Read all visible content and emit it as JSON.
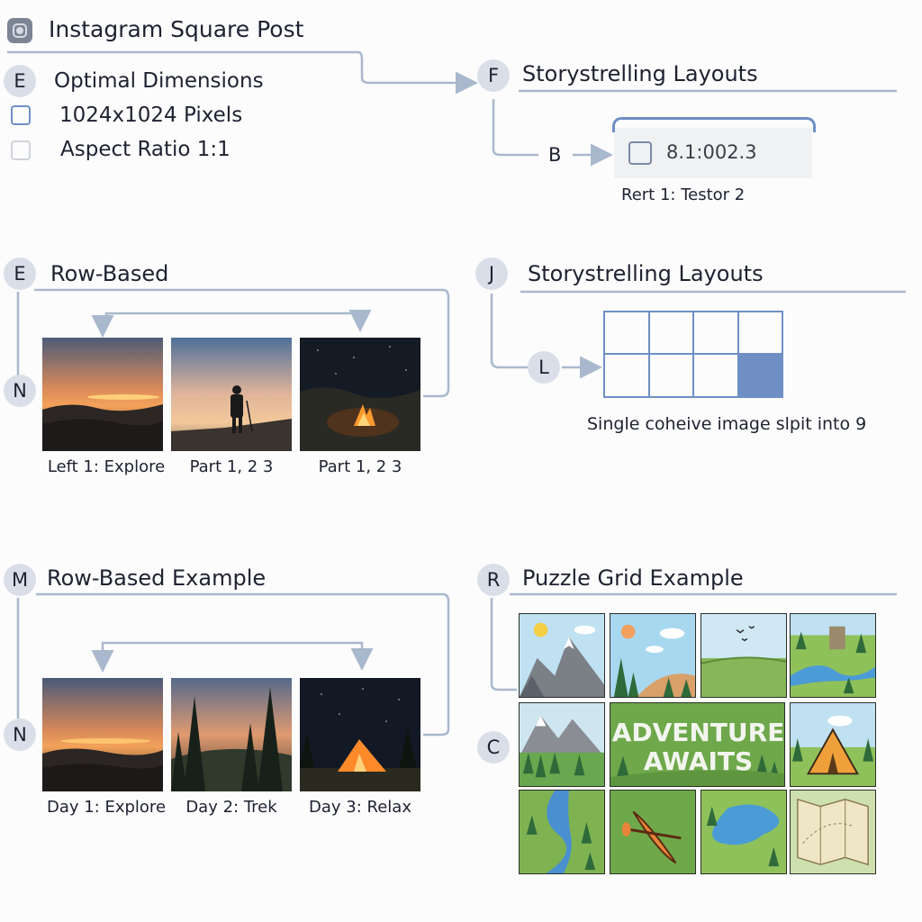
{
  "header": {
    "title": "Instagram Square Post",
    "icon": "instagram-icon"
  },
  "dimensions": {
    "badge": "E",
    "title": "Optimal Dimensions",
    "items": [
      {
        "label": "1024x1024 Pixels",
        "checkbox": "square-checkbox-icon"
      },
      {
        "label": "Aspect Ratio 1:1",
        "checkbox": "square-checkbox-icon"
      }
    ]
  },
  "storytelling_top": {
    "badge": "F",
    "title": "Storystrelling Layouts",
    "sub_badge": "B",
    "field_value": "8.1:002.3",
    "caption": "Rert 1: Testor 2"
  },
  "row_based": {
    "badge_top": "E",
    "badge_bottom": "N",
    "title": "Row-Based",
    "captions": [
      "Left 1: Explore",
      "Part 1, 2 3",
      "Part 1, 2 3"
    ]
  },
  "storytelling_grid": {
    "badge": "J",
    "sub_badge": "L",
    "title": "Storystrelling Layouts",
    "caption": "Single coheive image slpit into 9",
    "highlight_color": "#6f8fc4"
  },
  "row_example": {
    "badge_top": "M",
    "badge_bottom": "N",
    "title": "Row-Based Example",
    "captions": [
      "Day 1: Explore",
      "Day 2: Trek",
      "Day 3: Relax"
    ]
  },
  "puzzle": {
    "badge": "R",
    "sub_badge": "C",
    "title": "Puzzle Grid Example",
    "banner_line1": "ADVENTURE",
    "banner_line2": "AWAITS"
  },
  "colors": {
    "connector": "#a9b8cc",
    "badge": "#d9dee8",
    "grid_line": "#6f8fc4"
  }
}
